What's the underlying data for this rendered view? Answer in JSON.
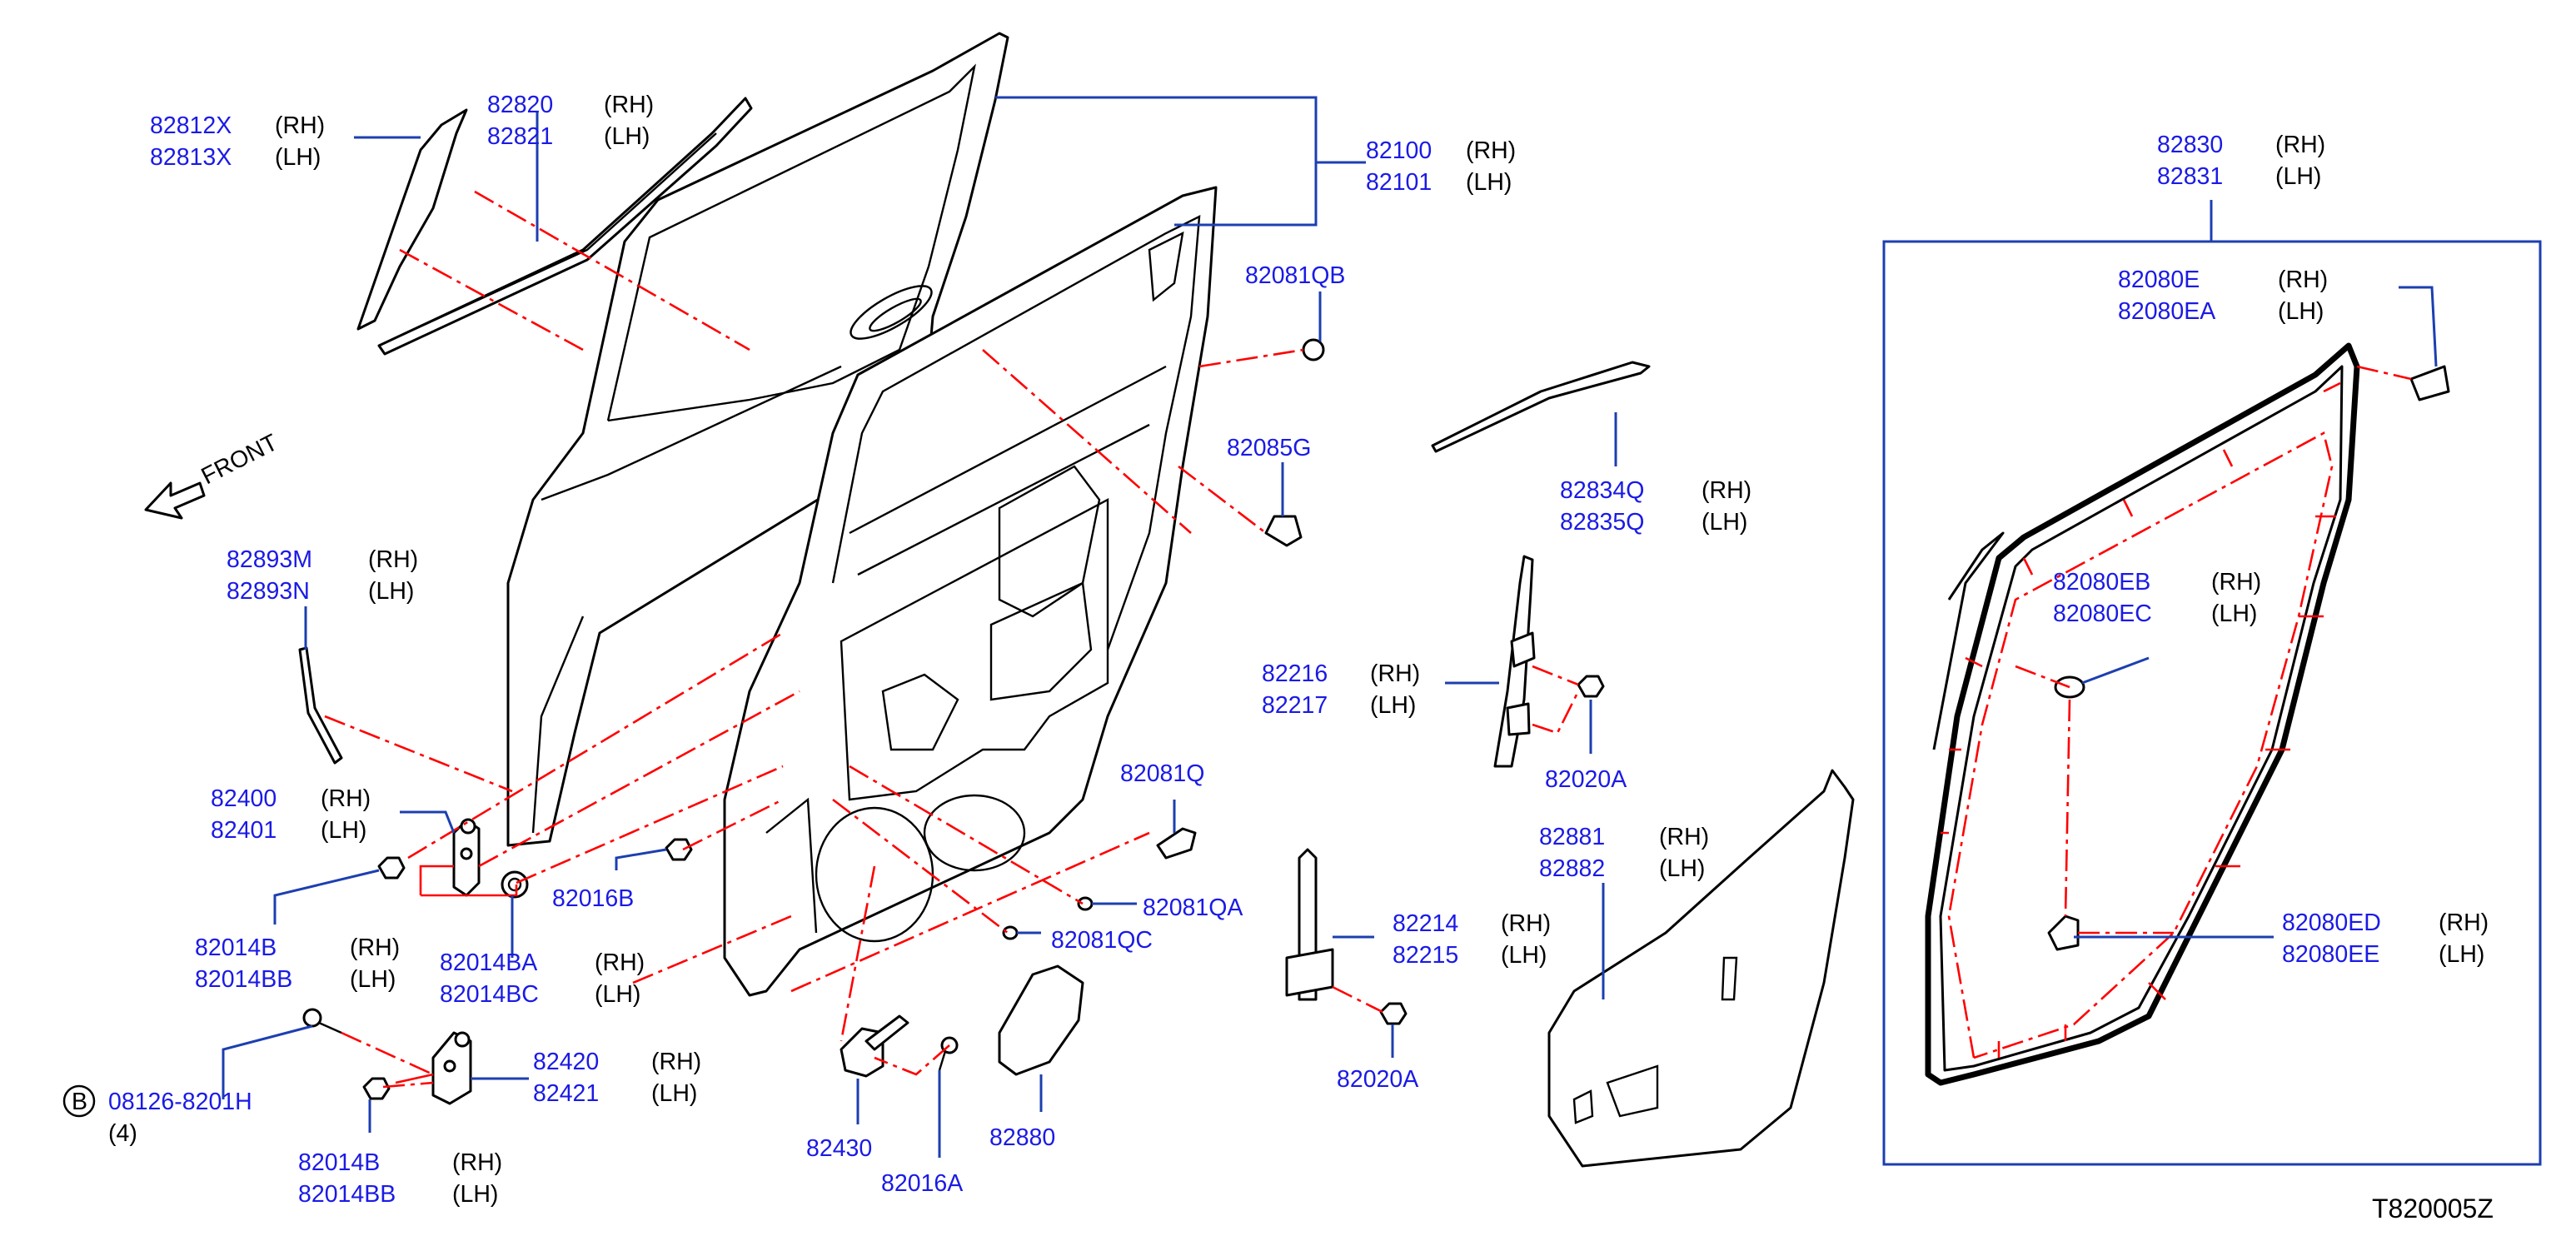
{
  "diagram_id": "T820005Z",
  "front_label": "FRONT",
  "side_rh": "(RH)",
  "side_lh": "(LH)",
  "parts": {
    "p82812": {
      "rh": "82812X",
      "lh": "82813X"
    },
    "p82820": {
      "rh": "82820",
      "lh": "82821"
    },
    "p82100": {
      "rh": "82100",
      "lh": "82101"
    },
    "p82081QB": "82081QB",
    "p82085G": "82085G",
    "p82893": {
      "rh": "82893M",
      "lh": "82893N"
    },
    "p82400": {
      "rh": "82400",
      "lh": "82401"
    },
    "p82014B_top": {
      "rh": "82014B",
      "lh": "82014BB"
    },
    "p82014BA": {
      "rh": "82014BA",
      "lh": "82014BC"
    },
    "p82016B": "82016B",
    "bolt_marker": "B",
    "bolt_part": "08126-8201H",
    "bolt_qty": "(4)",
    "p82420": {
      "rh": "82420",
      "lh": "82421"
    },
    "p82014B_bottom": {
      "rh": "82014B",
      "lh": "82014BB"
    },
    "p82430": "82430",
    "p82016A": "82016A",
    "p82880": "82880",
    "p82081QC": "82081QC",
    "p82081QA": "82081QA",
    "p82081Q": "82081Q",
    "p82834": {
      "rh": "82834Q",
      "lh": "82835Q"
    },
    "p82216": {
      "rh": "82216",
      "lh": "82217"
    },
    "p82020A_top": "82020A",
    "p82881": {
      "rh": "82881",
      "lh": "82882"
    },
    "p82214": {
      "rh": "82214",
      "lh": "82215"
    },
    "p82020A_bottom": "82020A",
    "p82830": {
      "rh": "82830",
      "lh": "82831"
    },
    "p82080E": {
      "rh": "82080E",
      "lh": "82080EA"
    },
    "p82080EB": {
      "rh": "82080EB",
      "lh": "82080EC"
    },
    "p82080ED": {
      "rh": "82080ED",
      "lh": "82080EE"
    }
  }
}
